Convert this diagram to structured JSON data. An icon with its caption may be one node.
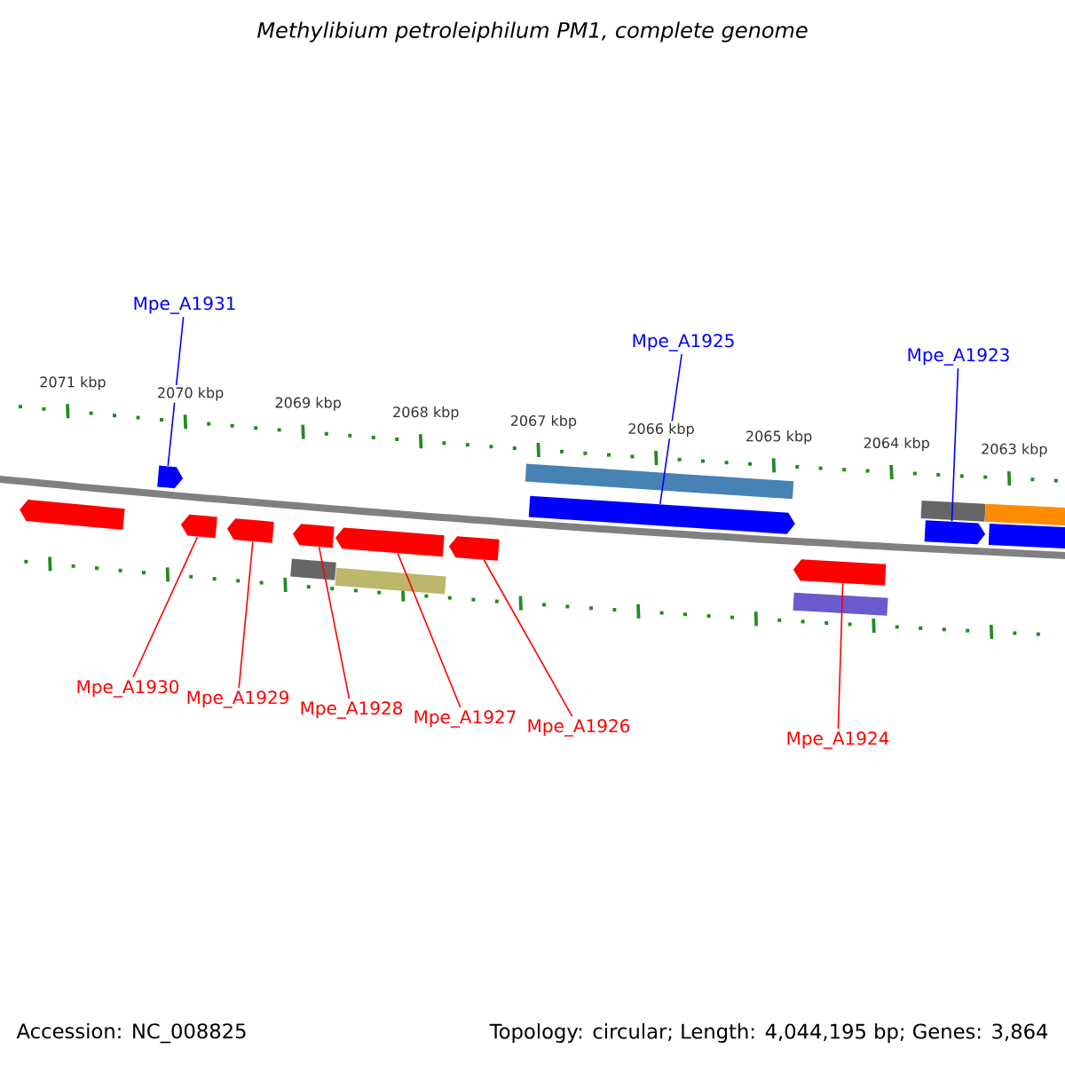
{
  "diagram": {
    "title": "Methylibium petroleiphilum PM1, complete genome",
    "nodes": [
      {
        "text": [
          "Mpe_A1931"
        ]
      },
      {
        "text": [
          "Mpe_A1925"
        ]
      },
      {
        "text": [
          "Mpe_A1923"
        ]
      },
      {
        "text": [],
        "shape": "arrow"
      },
      {
        "text": [],
        "shape": "arrow"
      },
      {
        "text": [],
        "shape": "arrow"
      },
      {
        "text": [],
        "shape": "arrow"
      },
      {
        "text": [],
        "shape": "arrow"
      },
      {
        "text": [],
        "shape": "arrow"
      },
      {
        "text": [],
        "shape": "arrow"
      },
      {
        "text": [],
        "shape": "arrow"
      },
      {
        "text": [],
        "shape": "arrow"
      },
      {
        "text": [],
        "shape": "arrow"
      },
      {
        "text": [],
        "shape": "arrow"
      },
      {
        "text": [
          "Mpe_A1930"
        ]
      },
      {
        "text": [
          "Mpe_A1929"
        ]
      },
      {
        "text": [
          "Mpe_A1928"
        ]
      },
      {
        "text": [
          "Mpe_A1927"
        ]
      },
      {
        "text": [
          "Mpe_A1926"
        ]
      },
      {
        "text": [
          "Mpe_A1924"
        ]
      },
      {
        "text": [],
        "shape": "bar"
      },
      {
        "text": [],
        "shape": "bar"
      },
      {
        "text": [],
        "shape": "bar"
      },
      {
        "text": [],
        "shape": "bar"
      },
      {
        "text": [],
        "shape": "bar"
      },
      {
        "text": [],
        "shape": "bar"
      }
    ],
    "edges": [
      {
        "from": 0,
        "to": 4,
        "arrow": "none",
        "color": "#0000ff"
      },
      {
        "from": 1,
        "to": 10,
        "arrow": "none",
        "color": "#0000ff"
      },
      {
        "from": 2,
        "to": 12,
        "arrow": "none",
        "color": "#0000ff"
      },
      {
        "from": 14,
        "to": 5,
        "arrow": "none"
      },
      {
        "from": 15,
        "to": 6,
        "arrow": "none"
      },
      {
        "from": 16,
        "to": 7,
        "arrow": "none"
      },
      {
        "from": 17,
        "to": 8,
        "arrow": "none"
      },
      {
        "from": 18,
        "to": 9,
        "arrow": "none"
      },
      {
        "from": 19,
        "to": 11,
        "arrow": "none"
      }
    ],
    "labels": [
      "2071 kbp",
      "2070 kbp",
      "2069 kbp",
      "2068 kbp",
      "2067 kbp",
      "2066 kbp",
      "2065 kbp",
      "2064 kbp",
      "2063 kbp",
      "Accession: NC_008825",
      "Topology: circular; Length: 4,044,195 bp; Genes: 3,864"
    ]
  }
}
